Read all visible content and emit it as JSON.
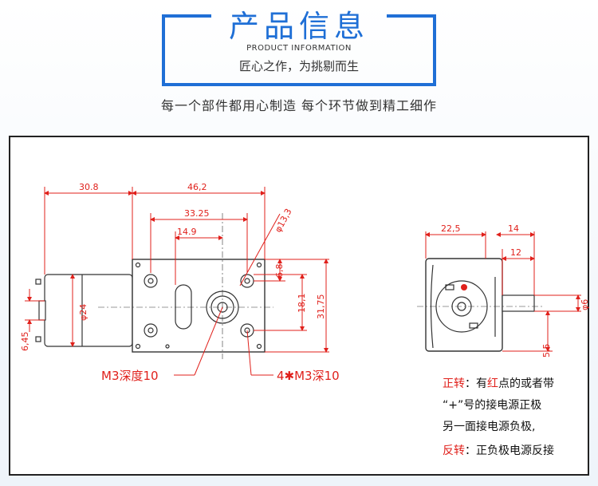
{
  "header": {
    "title": "产品信息",
    "subtitle_en": "PRODUCT INFORMATION",
    "subtitle_cn": "匠心之作，为挑剔而生"
  },
  "tagline": "每一个部件都用心制造 每个环节做到精工细作",
  "colors": {
    "accent": "#1f6fd6",
    "red": "#e0201b",
    "dim_line": "#e0201b",
    "outline": "#222222"
  },
  "dimensions": {
    "d30_8": "30.8",
    "d46_2": "46,2",
    "d33_25": "33.25",
    "d14_9": "14.9",
    "d13_3": "φ13,3",
    "d6_8": "6,8",
    "d18_1": "18,1",
    "d31_75": "31,75",
    "d24": "φ24",
    "d6_45": "6,45",
    "d22_5": "22,5",
    "d14": "14",
    "d12": "12",
    "d6": "φ6",
    "d5_5": "5,5"
  },
  "callouts": {
    "m3_depth": "M3深度10",
    "m3_4": "4✱M3深10"
  },
  "notes": {
    "line1_label": "正转",
    "line1_a": "：有",
    "line1_red": "红",
    "line1_b": "点的或者带",
    "line2": "“+”号的接电源正极",
    "line3": "另一面接电源负极,",
    "line4_label": "反转",
    "line4_text": "：正负极电源反接"
  }
}
